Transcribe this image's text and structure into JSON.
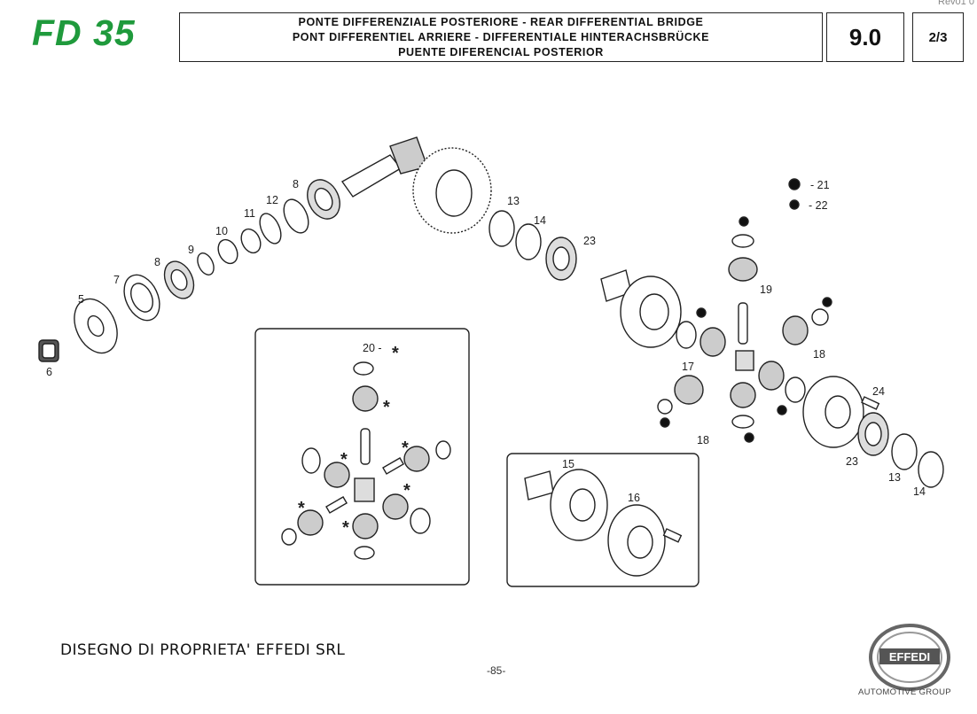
{
  "header": {
    "model": "FD 35",
    "title_lines": [
      "PONTE DIFFERENZIALE POSTERIORE - REAR DIFFERENTIAL BRIDGE",
      "PONT DIFFERENTIEL ARRIERE - DIFFERENTIALE HINTERACHSBRÜCKE",
      "PUENTE DIFERENCIAL POSTERIOR"
    ],
    "section": "9.0",
    "page": "2/3",
    "revision": "Rev01 0"
  },
  "legend": {
    "item21": "- 21",
    "item22": "- 22"
  },
  "callouts": {
    "c6": "6",
    "c5": "5",
    "c7": "7",
    "c8a": "8",
    "c9": "9",
    "c10": "10",
    "c11": "11",
    "c12": "12",
    "c8b": "8",
    "c13a": "13",
    "c14a": "14",
    "c23a": "23",
    "c19": "19",
    "c17": "17",
    "c18a": "18",
    "c18b": "18",
    "c24": "24",
    "c23b": "23",
    "c13b": "13",
    "c14b": "14",
    "c20": "20 -",
    "c15": "15",
    "c16": "16"
  },
  "footer": {
    "owner": "DISEGNO DI PROPRIETA' EFFEDI SRL",
    "page_number": "-85-",
    "logo_text": "EFFEDI",
    "group": "AUTOMOTIVE GROUP"
  },
  "colors": {
    "brand_green": "#1f9a3c",
    "line": "#222222"
  }
}
